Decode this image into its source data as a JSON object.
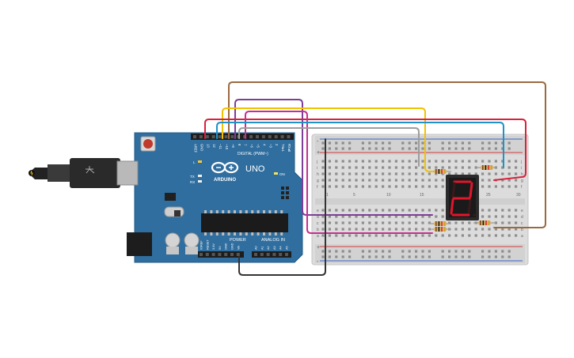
{
  "arduino": {
    "brand_label": "ARDUINO",
    "model_label": "UNO",
    "digital_label": "DIGITAL (PWM~)",
    "power_label": "POWER",
    "analog_label": "ANALOG IN",
    "on_label": "ON",
    "l_label": "L",
    "tx_label": "TX",
    "rx_label": "RX",
    "digital_pins": [
      "AREF",
      "GND",
      "13",
      "12",
      "~11",
      "~10",
      "~9",
      "8",
      "7",
      "~6",
      "~5",
      "4",
      "~3",
      "2",
      "TX▸1",
      "RX◂0"
    ],
    "power_pins": [
      "IOREF",
      "RESET",
      "3.3V",
      "5V",
      "GND",
      "GND",
      "Vin"
    ],
    "analog_pins": [
      "A0",
      "A1",
      "A2",
      "A3",
      "A4",
      "A5"
    ]
  },
  "breadboard": {
    "column_numbers": [
      "1",
      "5",
      "10",
      "15",
      "20",
      "25",
      "30"
    ],
    "row_letters_top": [
      "j",
      "i",
      "h",
      "g",
      "f"
    ],
    "row_letters_bottom": [
      "e",
      "d",
      "c",
      "b",
      "a"
    ],
    "rail_plus": "+",
    "rail_minus": "-"
  },
  "display": {
    "digit": "2",
    "segment_color": "#e0162b"
  },
  "colors": {
    "board_blue": "#2f6e9f",
    "wire_brown": "#9a6a3f",
    "wire_purple": "#7b3f97",
    "wire_yellow": "#f2c200",
    "wire_red": "#d9213a",
    "wire_magenta": "#c4308f",
    "wire_cyan": "#1e93c8",
    "wire_gray": "#9d9d9d",
    "wire_black": "#333333"
  }
}
